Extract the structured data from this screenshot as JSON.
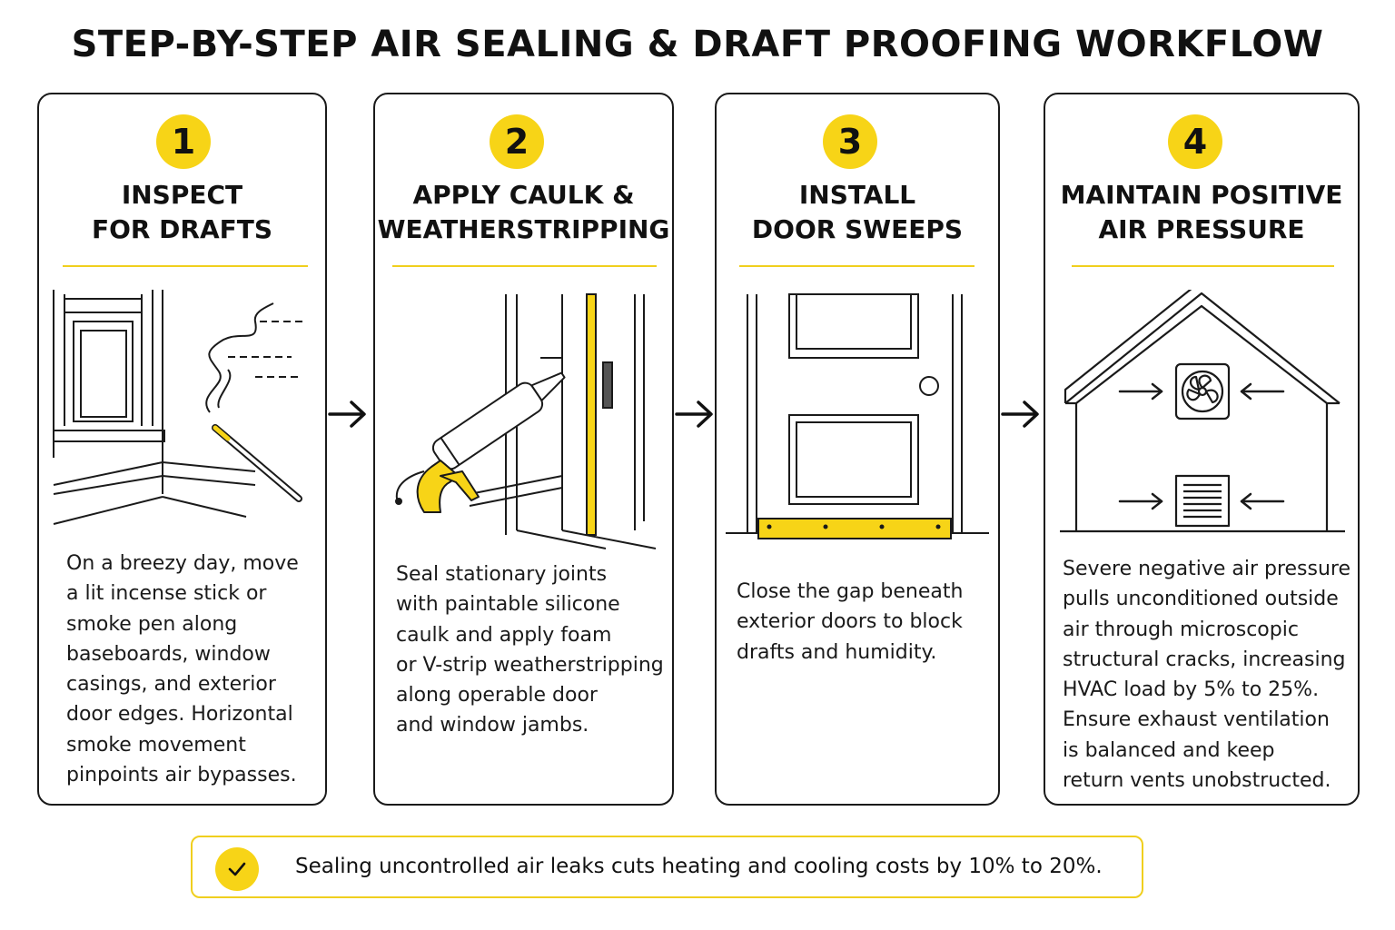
{
  "title": "STEP-BY-STEP AIR SEALING & DRAFT PROOFING WORKFLOW",
  "colors": {
    "accent": "#F7D417",
    "outline": "#1a1a1a"
  },
  "steps": [
    {
      "number": "1",
      "title_lines": [
        "INSPECT",
        "FOR DRAFTS"
      ],
      "illustration": "window-corner-incense-stick-icon",
      "desc_lines": [
        "On a breezy day, move",
        "a lit incense stick or",
        "smoke pen along",
        "baseboards, window",
        "casings, and exterior",
        "door edges. Horizontal",
        "smoke movement",
        "pinpoints air bypasses."
      ]
    },
    {
      "number": "2",
      "title_lines": [
        "APPLY CAULK &",
        "WEATHERSTRIPPING"
      ],
      "illustration": "caulk-gun-door-jamb-icon",
      "desc_lines": [
        "Seal stationary joints",
        "with paintable silicone",
        "caulk and apply foam",
        "or V-strip weatherstripping",
        "along operable door",
        "and window jambs."
      ]
    },
    {
      "number": "3",
      "title_lines": [
        "INSTALL",
        "DOOR SWEEPS"
      ],
      "illustration": "door-with-sweep-icon",
      "desc_lines": [
        "Close the gap beneath",
        "exterior doors to block",
        "drafts and humidity."
      ]
    },
    {
      "number": "4",
      "title_lines": [
        "MAINTAIN POSITIVE",
        "AIR PRESSURE"
      ],
      "illustration": "house-fan-vent-pressure-icon",
      "desc_lines": [
        "Severe negative air pressure",
        "pulls unconditioned outside",
        "air through microscopic",
        "structural cracks, increasing",
        "HVAC load by 5% to 25%.",
        "Ensure exhaust ventilation",
        "is balanced and keep",
        "return vents unobstructed."
      ]
    }
  ],
  "footer_note": "Sealing uncontrolled air leaks cuts heating and cooling costs by 10% to 20%."
}
